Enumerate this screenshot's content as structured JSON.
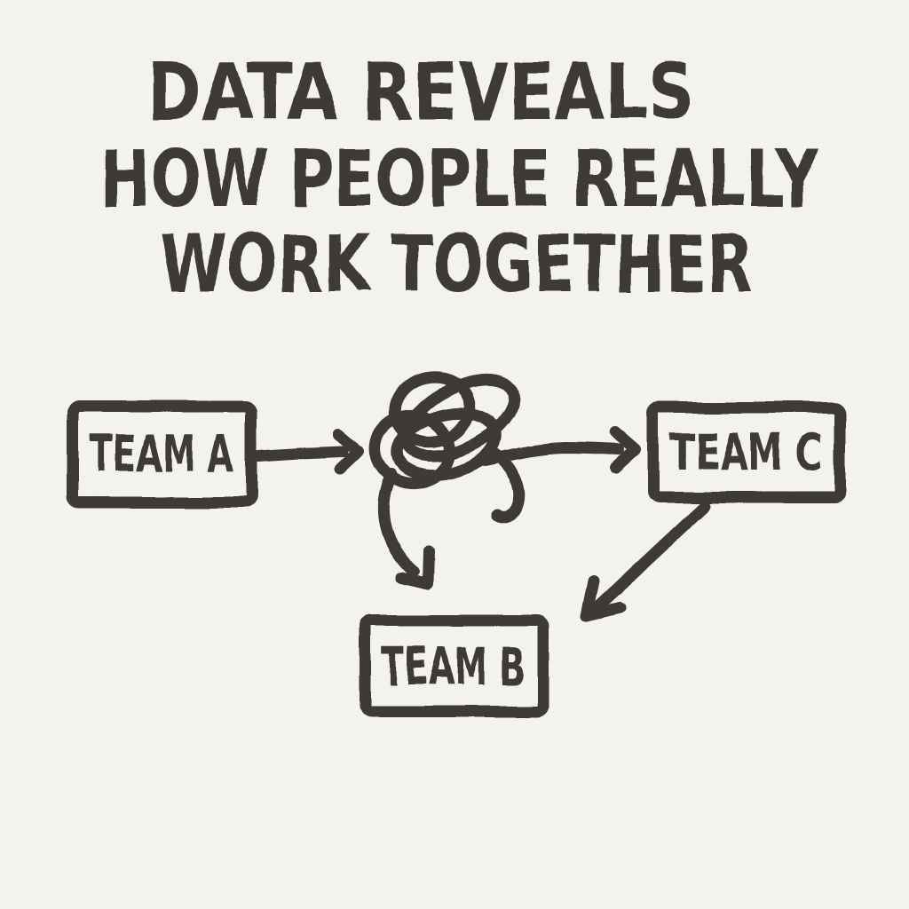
{
  "title": {
    "lines": [
      "DATA REVEALS",
      "HOW PEOPLE REALLY",
      "WORK TOGETHER"
    ]
  },
  "diagram": {
    "nodes": [
      {
        "id": "team-a",
        "label": "TEAM A"
      },
      {
        "id": "team-b",
        "label": "TEAM B"
      },
      {
        "id": "team-c",
        "label": "TEAM C"
      }
    ],
    "connector": {
      "id": "tangle-scribble",
      "description": "tangled scribble knot between teams"
    },
    "edges": [
      {
        "from": "team-a",
        "to": "tangle-scribble",
        "type": "straight-arrow"
      },
      {
        "from": "tangle-scribble",
        "to": "team-c",
        "type": "straight-arrow"
      },
      {
        "from": "tangle-scribble",
        "to": "team-b",
        "type": "curved-arrow"
      },
      {
        "from": "team-c",
        "to": "team-b",
        "type": "diagonal-arrow"
      }
    ]
  },
  "colors": {
    "background": "#f7f5f0",
    "ink": "#3a3836"
  }
}
